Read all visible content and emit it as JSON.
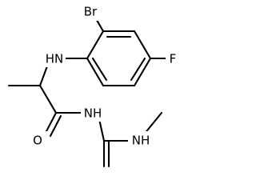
{
  "molecule": {
    "atoms": {
      "bromine": "Br",
      "fluorine": "F",
      "amine_nh": "HN",
      "amide_nh": "NH",
      "carbonyl_o": "O",
      "methyl_nh": "NH"
    }
  }
}
